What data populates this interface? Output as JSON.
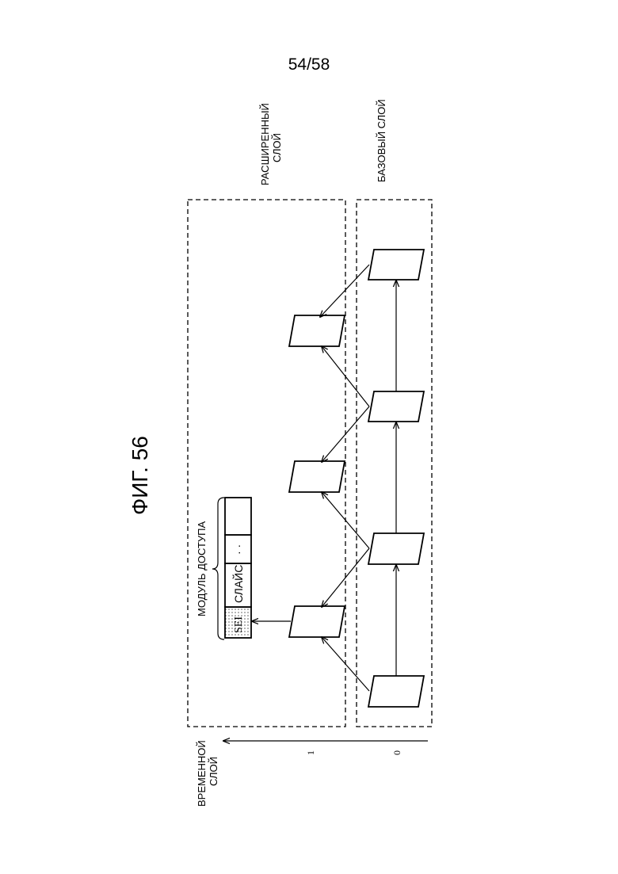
{
  "page_number": "54/58",
  "figure_title": "ФИГ. 56",
  "labels": {
    "enhancement_layer": [
      "РАСШИРЕННЫЙ",
      "СЛОЙ"
    ],
    "base_layer": "БАЗОВЫЙ СЛОЙ",
    "temporal_layer": [
      "ВРЕМЕННОЙ",
      "СЛОЙ"
    ],
    "access_unit": "МОДУЛЬ ДОСТУПА"
  },
  "temporal_layer_values": {
    "upper": "1",
    "lower": "0"
  },
  "access_unit_cells": [
    "SEI",
    "СЛАЙС",
    "· ·",
    ""
  ]
}
